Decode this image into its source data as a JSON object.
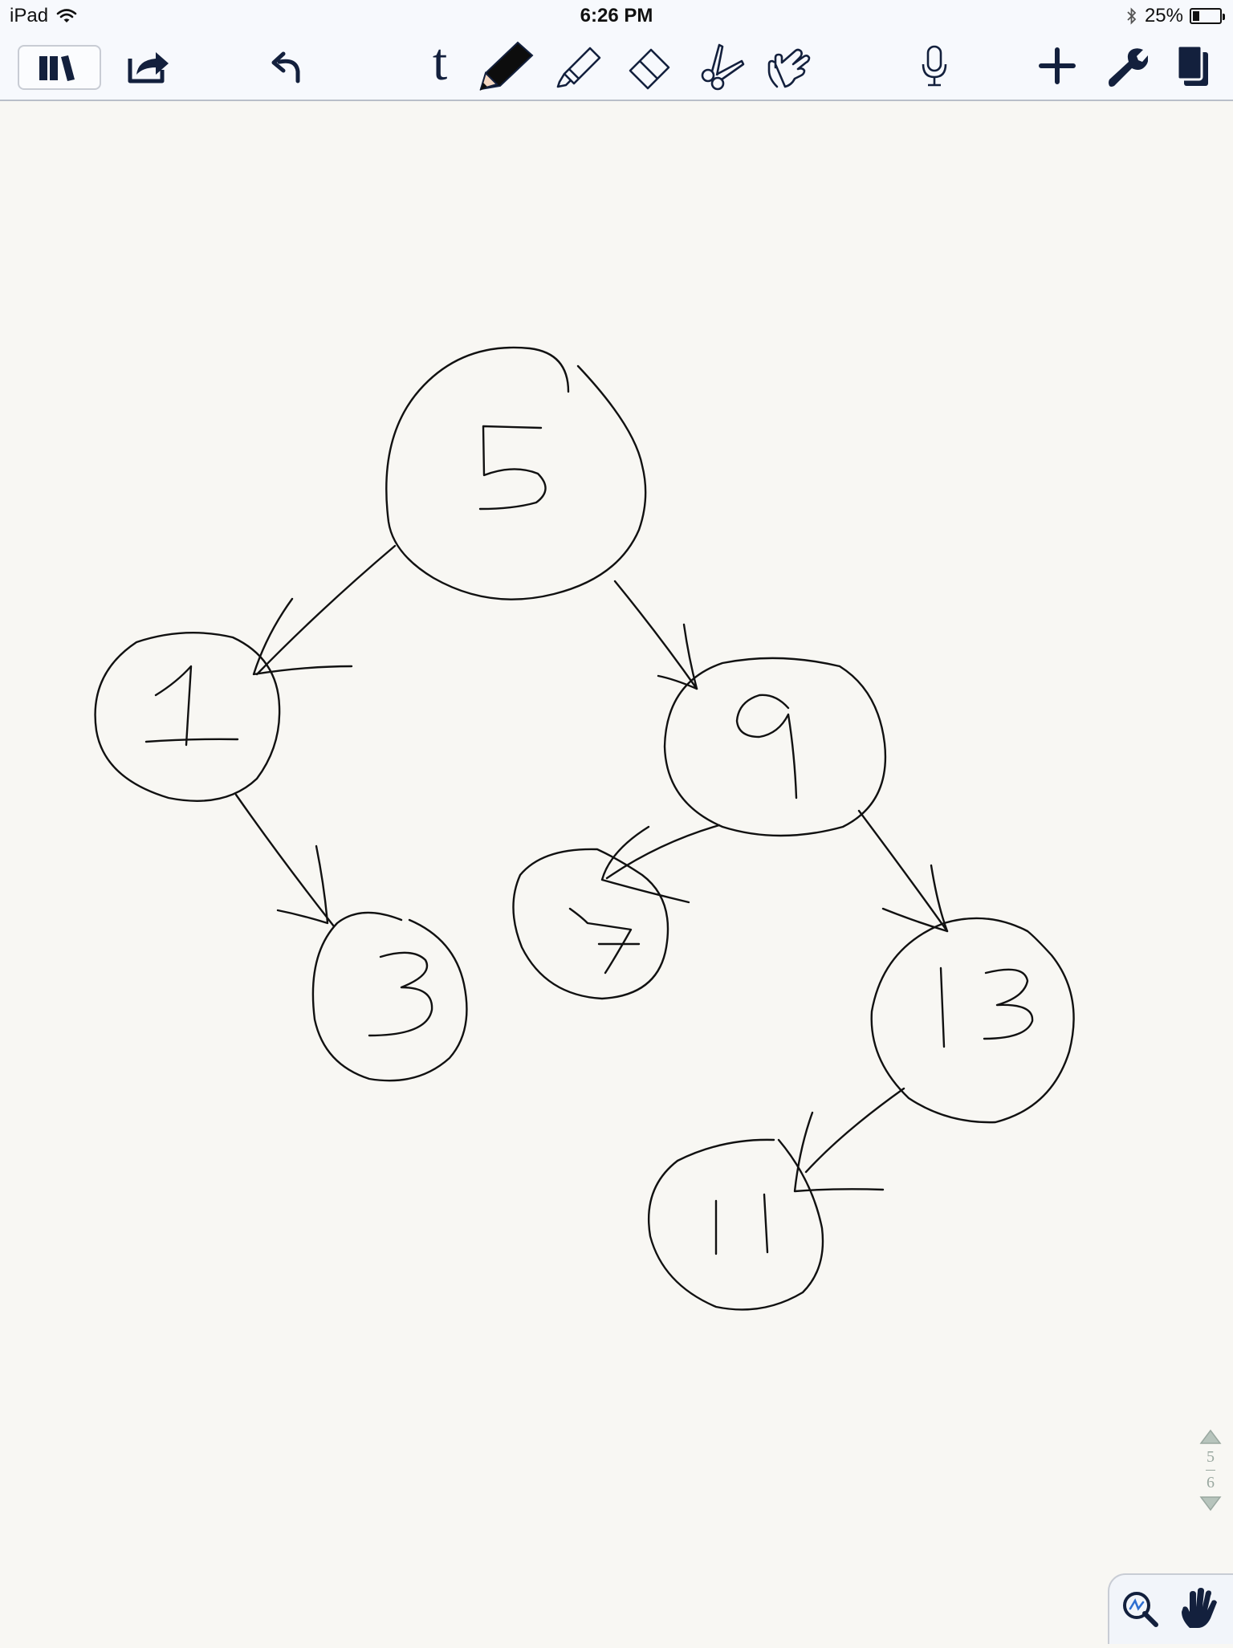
{
  "status_bar": {
    "device": "iPad",
    "time": "6:26 PM",
    "battery": "25%",
    "battery_level": 0.25
  },
  "toolbar": {
    "text_tool_label": "t",
    "tools": [
      "library-icon",
      "share-icon",
      "undo-icon",
      "text-tool-icon",
      "pen-icon",
      "highlighter-icon",
      "eraser-icon",
      "scissors-icon",
      "hand-pointer-icon",
      "microphone-icon",
      "add-icon",
      "wrench-icon",
      "pages-icon"
    ]
  },
  "drawing": {
    "nodes": [
      "5",
      "1",
      "9",
      "3",
      "7",
      "13",
      "11"
    ]
  },
  "page_nav": {
    "current_page": "5",
    "total_pages": "6"
  },
  "bottom_tools": [
    "zoom-icon",
    "hand-icon"
  ],
  "colors": {
    "ink": "#111111",
    "toolbar_icon": "#13203d",
    "page_nav": "#9aa8a0"
  }
}
